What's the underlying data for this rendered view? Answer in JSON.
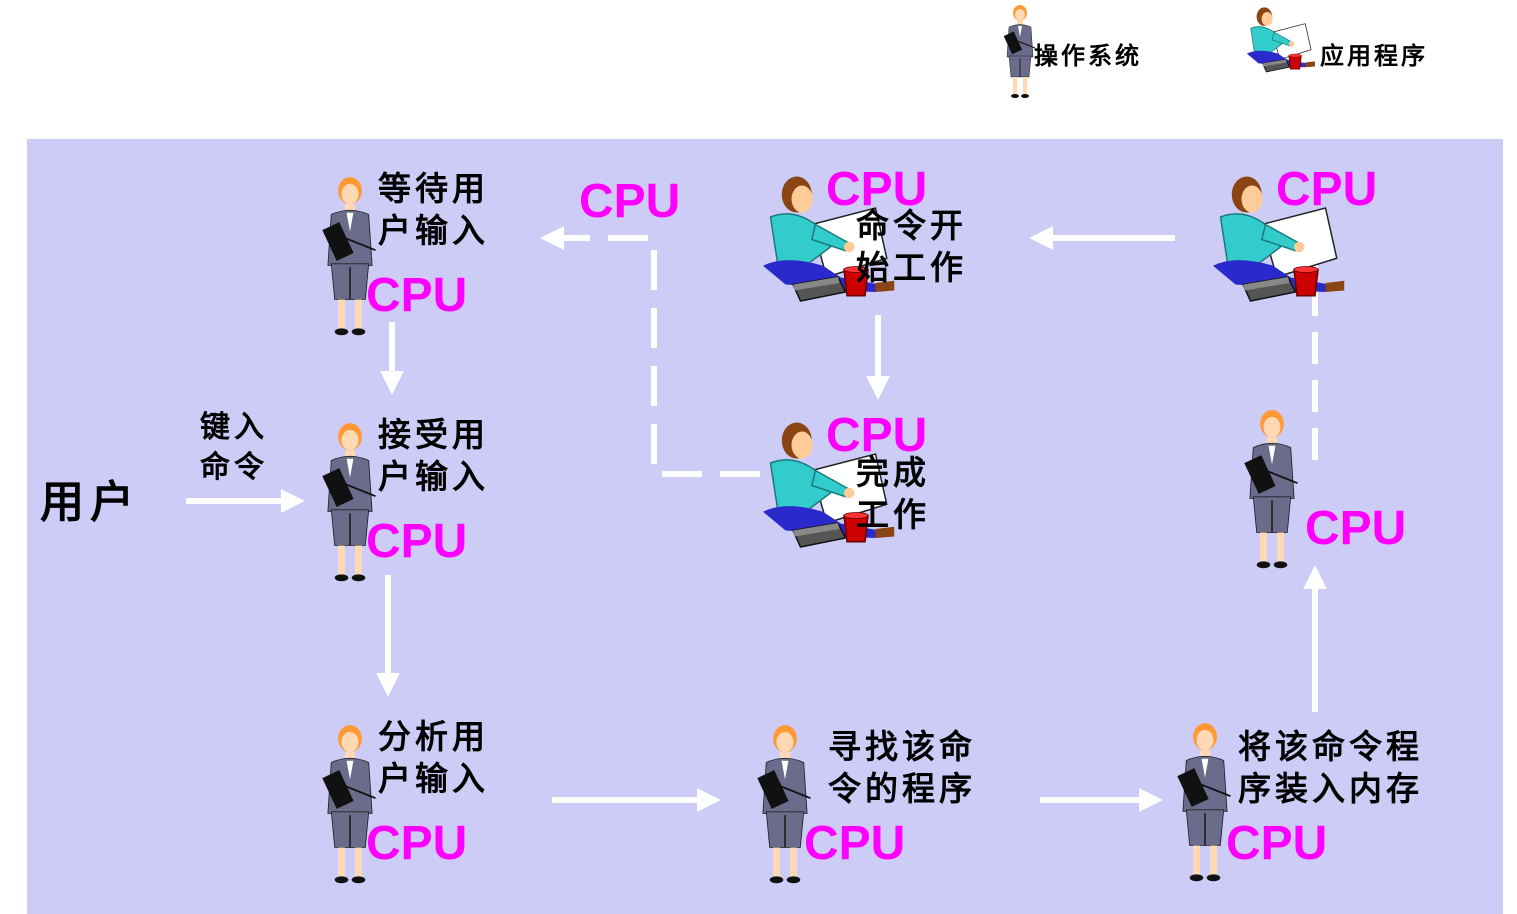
{
  "legend": {
    "os_label": "操作系统",
    "app_label": "应用程序"
  },
  "colors": {
    "panel": "#ccccf7",
    "cpu_text": "#ff00ff",
    "arrow": "#ffffff",
    "os_suit": "#6b6b8c",
    "app_shirt": "#33cccc",
    "app_pants": "#2a2acc",
    "bucket": "#cc0000"
  },
  "user": {
    "label": "用户",
    "keyin": "键入\n命令"
  },
  "steps": {
    "wait": "等待用\n户输入",
    "receive": "接受用\n户输入",
    "analyze": "分析用\n户输入",
    "find": "寻找该命\n令的程序",
    "load": "将该命令程\n序装入内存",
    "start": "命令开\n始工作",
    "finish": "完成\n工作"
  },
  "cpu_label": "CPU"
}
